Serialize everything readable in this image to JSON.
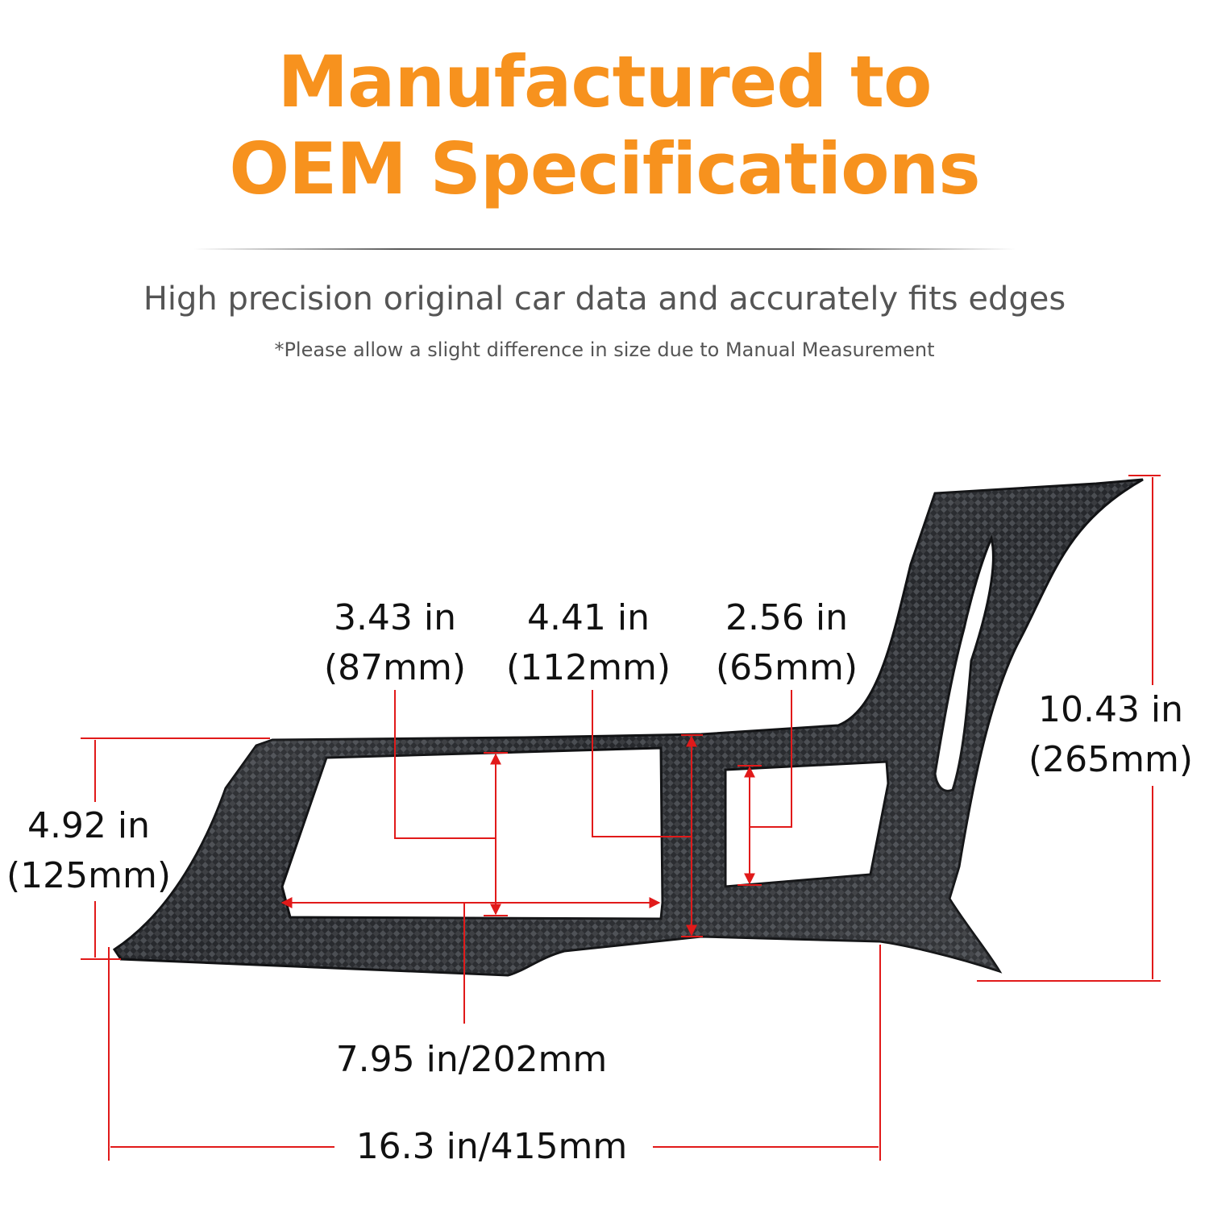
{
  "header": {
    "title_line1": "Manufactured to",
    "title_line2": "OEM Specifications",
    "subtitle": "High precision original car data and accurately fits edges",
    "note": "*Please allow a slight difference in size due to Manual Measurement"
  },
  "colors": {
    "title": "#f7921e",
    "dimension_line": "#e11a1a",
    "part": "#1e1f22"
  },
  "dimensions": {
    "d1": {
      "in": "3.43 in",
      "mm": "(87mm)"
    },
    "d2": {
      "in": "4.41 in",
      "mm": "(112mm)"
    },
    "d3": {
      "in": "2.56 in",
      "mm": "(65mm)"
    },
    "d4": {
      "in": "4.92 in",
      "mm": "(125mm)"
    },
    "d5": {
      "in": "10.43 in",
      "mm": "(265mm)"
    },
    "d6": "7.95 in/202mm",
    "d7": "16.3 in/415mm"
  }
}
